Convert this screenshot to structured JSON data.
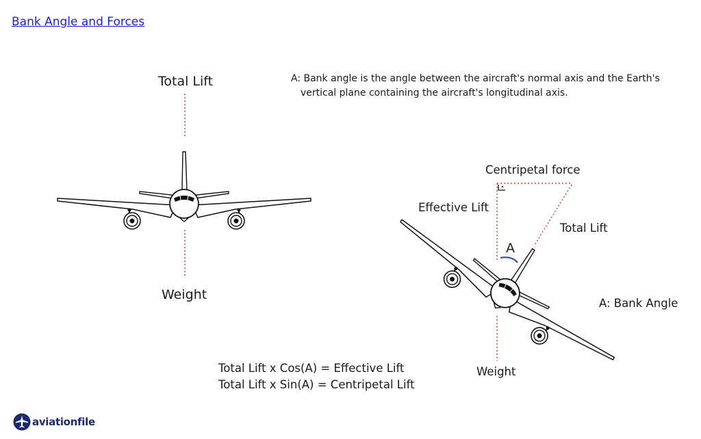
{
  "header": {
    "title_link": "Bank Angle and Forces"
  },
  "note": {
    "line1": "A: Bank angle is the angle between the aircraft's normal axis and the Earth's",
    "line2": "vertical plane containing the aircraft's longitudinal axis."
  },
  "level_flight": {
    "total_lift": "Total Lift",
    "weight": "Weight"
  },
  "banked_flight": {
    "centripetal_force": "Centripetal force",
    "effective_lift": "Effective Lift",
    "total_lift": "Total Lift",
    "angle_marker": "A",
    "bank_angle_legend": "A: Bank Angle",
    "weight": "Weight"
  },
  "formulas": {
    "line1": "Total Lift x Cos(A) = Effective Lift",
    "line2": "Total Lift x Sin(A) = Centripetal Lift"
  },
  "brand": {
    "name": "aviationfile"
  },
  "colors": {
    "force_line": "#e0392b",
    "angle_arc": "#1f4fd6",
    "brand": "#1b2a6e",
    "link": "#1a1aff"
  }
}
